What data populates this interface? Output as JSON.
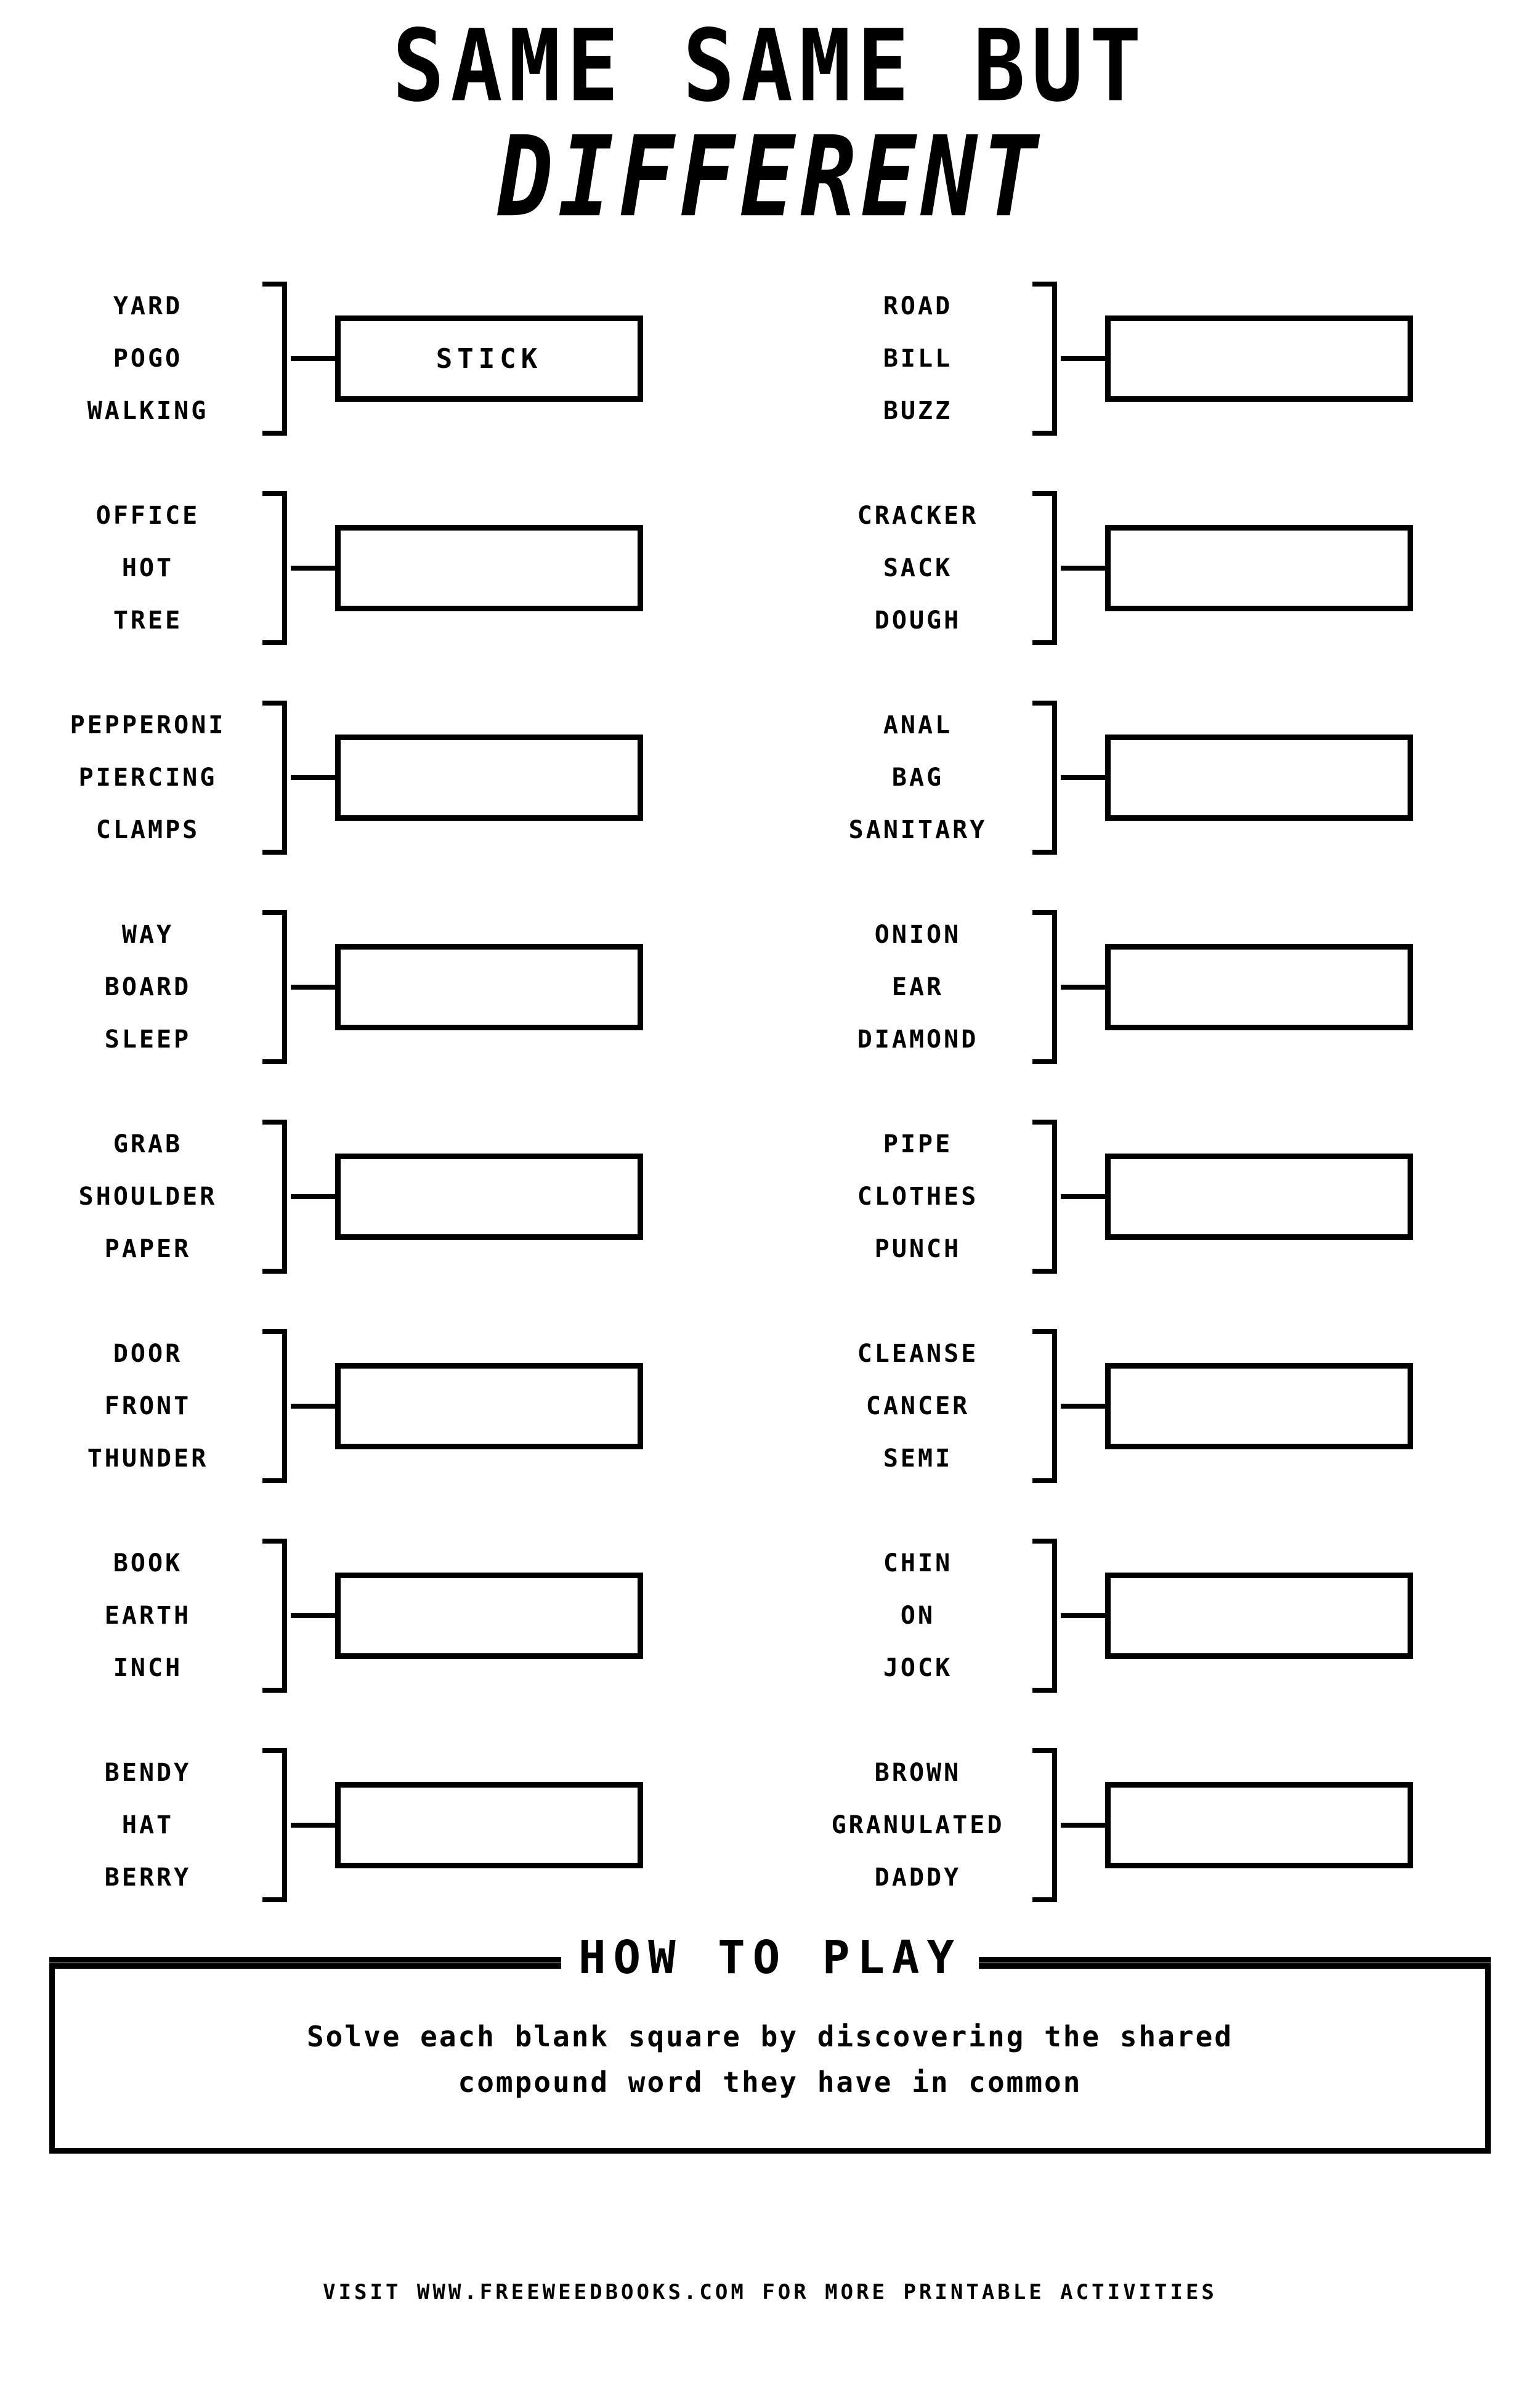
{
  "title": {
    "line1": "SAME SAME BUT",
    "line2": "DIFFERENT"
  },
  "puzzles": [
    {
      "clues": [
        "YARD",
        "POGO",
        "WALKING"
      ],
      "answer": "STICK"
    },
    {
      "clues": [
        "ROAD",
        "BILL",
        "BUZZ"
      ],
      "answer": ""
    },
    {
      "clues": [
        "OFFICE",
        "HOT",
        "TREE"
      ],
      "answer": ""
    },
    {
      "clues": [
        "CRACKER",
        "SACK",
        "DOUGH"
      ],
      "answer": ""
    },
    {
      "clues": [
        "PEPPERONI",
        "PIERCING",
        "CLAMPS"
      ],
      "answer": ""
    },
    {
      "clues": [
        "ANAL",
        "BAG",
        "SANITARY"
      ],
      "answer": ""
    },
    {
      "clues": [
        "WAY",
        "BOARD",
        "SLEEP"
      ],
      "answer": ""
    },
    {
      "clues": [
        "ONION",
        "EAR",
        "DIAMOND"
      ],
      "answer": ""
    },
    {
      "clues": [
        "GRAB",
        "SHOULDER",
        "PAPER"
      ],
      "answer": ""
    },
    {
      "clues": [
        "PIPE",
        "CLOTHES",
        "PUNCH"
      ],
      "answer": ""
    },
    {
      "clues": [
        "DOOR",
        "FRONT",
        "THUNDER"
      ],
      "answer": ""
    },
    {
      "clues": [
        "CLEANSE",
        "CANCER",
        "SEMI"
      ],
      "answer": ""
    },
    {
      "clues": [
        "BOOK",
        "EARTH",
        "INCH"
      ],
      "answer": ""
    },
    {
      "clues": [
        "CHIN",
        "ON",
        "JOCK"
      ],
      "answer": ""
    },
    {
      "clues": [
        "BENDY",
        "HAT",
        "BERRY"
      ],
      "answer": ""
    },
    {
      "clues": [
        "BROWN",
        "GRANULATED",
        "DADDY"
      ],
      "answer": ""
    }
  ],
  "howto": {
    "heading": "HOW TO PLAY",
    "line1": "Solve each blank square by discovering the shared",
    "line2": "compound word they have in common"
  },
  "footer": "VISIT WWW.FREEWEEDBOOKS.COM FOR MORE PRINTABLE ACTIVITIES"
}
